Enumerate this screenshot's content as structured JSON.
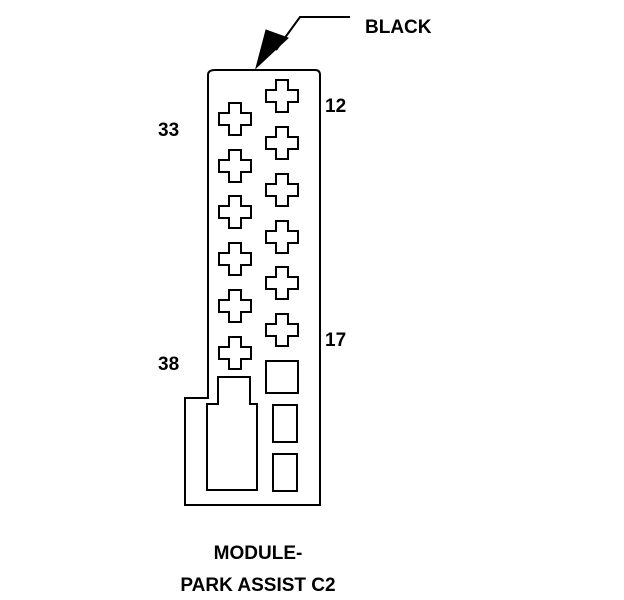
{
  "color_label": "BLACK",
  "pin_labels": {
    "top_right": "12",
    "top_left": "33",
    "bottom_right": "17",
    "bottom_left": "38"
  },
  "caption": {
    "line1": "MODULE-",
    "line2": "PARK ASSIST C2"
  }
}
